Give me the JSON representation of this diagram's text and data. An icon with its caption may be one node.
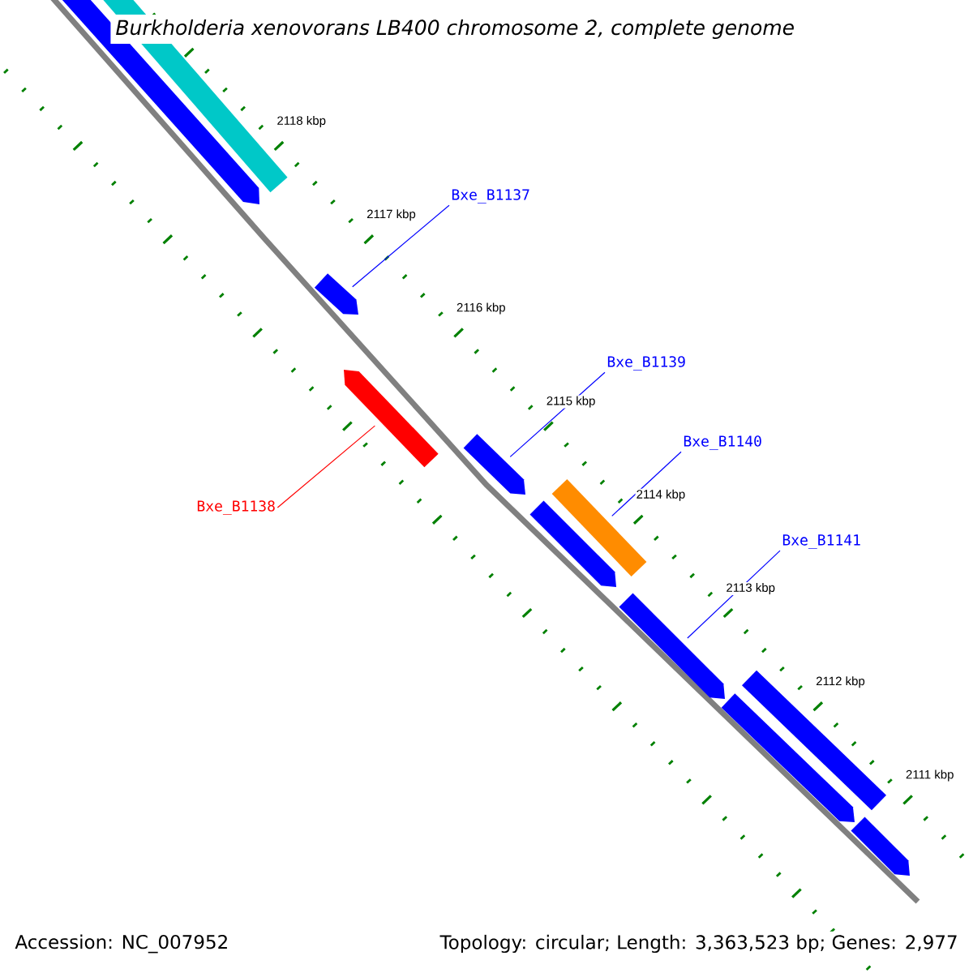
{
  "diagram": {
    "title": "Burkholderia xenovorans LB400 chromosome 2, complete genome",
    "nodes": [
      {
        "text": [],
        "shape": "pentagon"
      },
      {
        "text": [],
        "shape": "bar"
      },
      {
        "text": [],
        "shape": "pentagon"
      },
      {
        "text": [],
        "shape": "pentagon"
      },
      {
        "text": [],
        "shape": "pentagon"
      },
      {
        "text": [],
        "shape": "bar"
      },
      {
        "text": [],
        "shape": "pentagon"
      },
      {
        "text": [],
        "shape": "pentagon"
      },
      {
        "text": [],
        "shape": "bar"
      },
      {
        "text": [],
        "shape": "pentagon"
      },
      {
        "text": [],
        "shape": "pentagon"
      },
      {
        "text": [
          "Bxe_B1137"
        ]
      },
      {
        "text": [
          "Bxe_B1138"
        ]
      },
      {
        "text": [
          "Bxe_B1139"
        ]
      },
      {
        "text": [
          "Bxe_B1140"
        ]
      },
      {
        "text": [
          "Bxe_B1141"
        ]
      }
    ],
    "edges": [
      {
        "from": 11,
        "to": 2,
        "arrow": "none"
      },
      {
        "from": 12,
        "to": 3,
        "arrow": "none",
        "color": "#ff0000"
      },
      {
        "from": 13,
        "to": 4,
        "arrow": "none"
      },
      {
        "from": 14,
        "to": 5,
        "arrow": "none"
      },
      {
        "from": 15,
        "to": 7,
        "arrow": "none"
      }
    ],
    "labels": [
      "2118 kbp",
      "2117 kbp",
      "2116 kbp",
      "2115 kbp",
      "2114 kbp",
      "2113 kbp",
      "2112 kbp",
      "2111 kbp",
      "Accession: NC_007952",
      "Topology: circular; Length: 3,363,523 bp; Genes: 2,977"
    ]
  }
}
